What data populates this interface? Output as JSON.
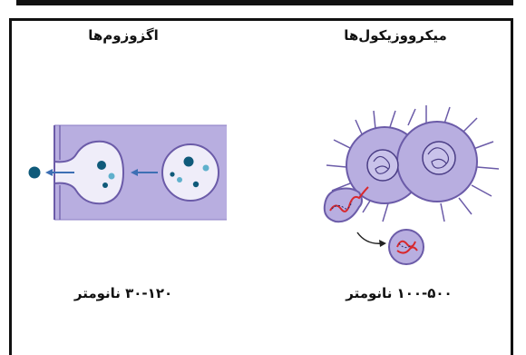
{
  "exosomes": {
    "title": "اگزوزوم‌ها",
    "size_label": "۳۰-۱۲۰ نانومتر"
  },
  "microvesicles": {
    "title": "میکرووزیکول‌ها",
    "size_label": "۱۰۰-۵۰۰ نانومتر"
  },
  "colors": {
    "cell_fill": "#b8aee0",
    "cell_stroke": "#6b5ba8",
    "vesicle_fill": "#efedf9",
    "cargo_dark": "#0f5a7a",
    "cargo_light": "#5fb0cc",
    "arrow": "#3d6fb4",
    "rna_red": "#d8282d",
    "rna_dark": "#2b2b6b"
  }
}
